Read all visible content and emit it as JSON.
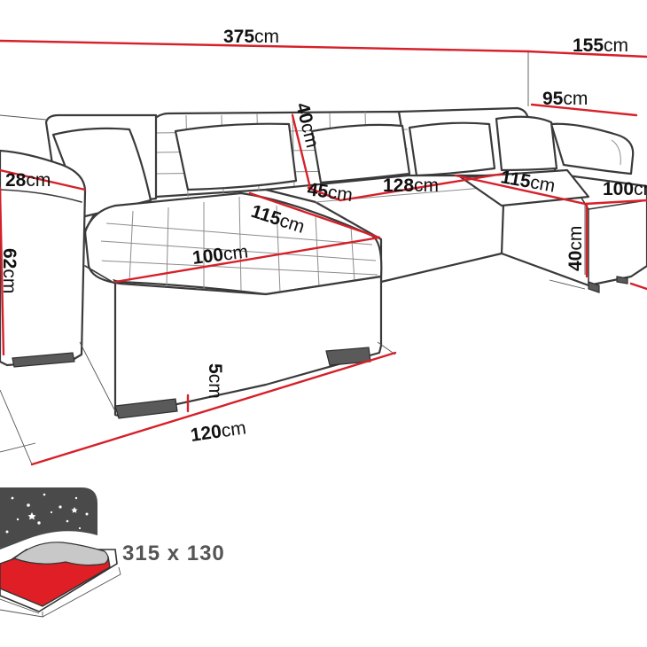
{
  "dimensions": {
    "total_width": {
      "value": "375",
      "unit": "cm"
    },
    "right_depth": {
      "value": "155",
      "unit": "cm"
    },
    "right_inner": {
      "value": "95",
      "unit": "cm"
    },
    "back_height": {
      "value": "40",
      "unit": "cm"
    },
    "armrest_width": {
      "value": "28",
      "unit": "cm"
    },
    "chaise_depth": {
      "value": "115",
      "unit": "cm"
    },
    "seat_depth": {
      "value": "45",
      "unit": "cm"
    },
    "middle_width": {
      "value": "128",
      "unit": "cm"
    },
    "right_seat_depth": {
      "value": "115",
      "unit": "cm"
    },
    "right_width": {
      "value": "100",
      "unit": "cm"
    },
    "chaise_width": {
      "value": "100",
      "unit": "cm"
    },
    "arm_height": {
      "value": "62",
      "unit": "cm"
    },
    "right_height": {
      "value": "40",
      "unit": "cm"
    },
    "leg_height": {
      "value": "5",
      "unit": "cm"
    },
    "chaise_length": {
      "value": "120",
      "unit": "cm"
    }
  },
  "sleeping_area": "315 x 130"
}
